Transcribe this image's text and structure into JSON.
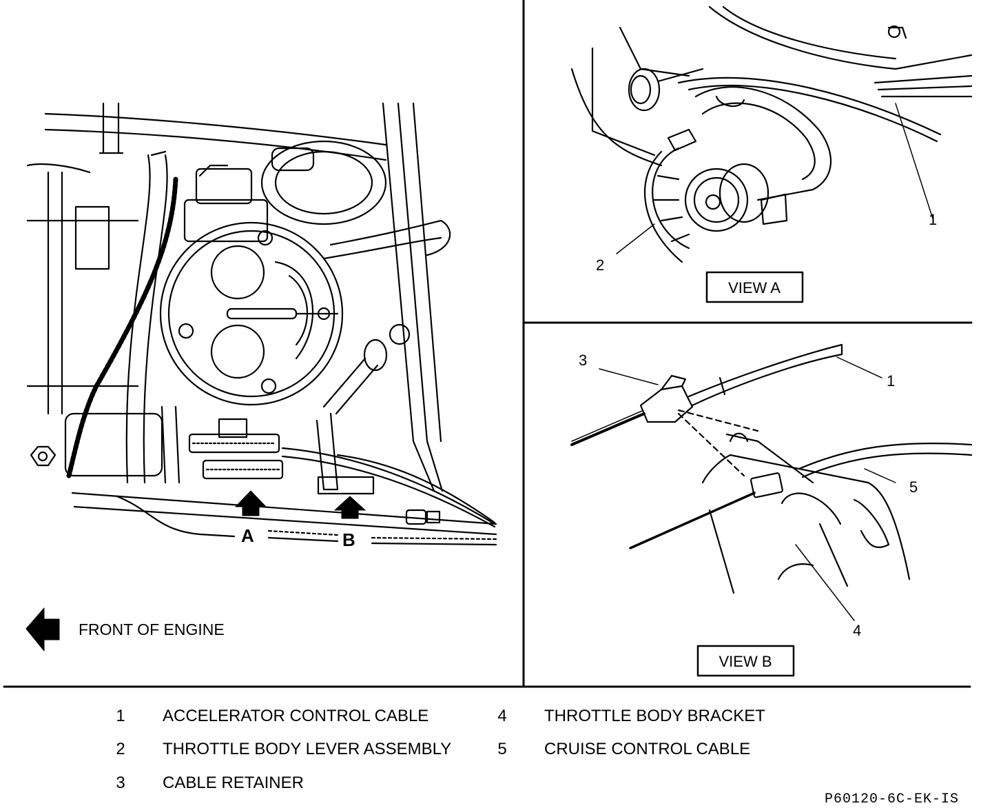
{
  "main_view": {
    "arrow_a_label": "A",
    "arrow_b_label": "B",
    "front_of_engine": "FRONT OF ENGINE"
  },
  "view_a": {
    "title": "VIEW A",
    "callouts": [
      "1",
      "2"
    ]
  },
  "view_b": {
    "title": "VIEW B",
    "callouts": [
      "3",
      "1",
      "5",
      "4"
    ]
  },
  "legend": [
    {
      "num": "1",
      "text": "ACCELERATOR CONTROL CABLE"
    },
    {
      "num": "2",
      "text": "THROTTLE BODY LEVER ASSEMBLY"
    },
    {
      "num": "3",
      "text": "CABLE RETAINER"
    },
    {
      "num": "4",
      "text": "THROTTLE BODY BRACKET"
    },
    {
      "num": "5",
      "text": "CRUISE CONTROL CABLE"
    }
  ],
  "figure_code": "P60120-6C-EK-IS"
}
